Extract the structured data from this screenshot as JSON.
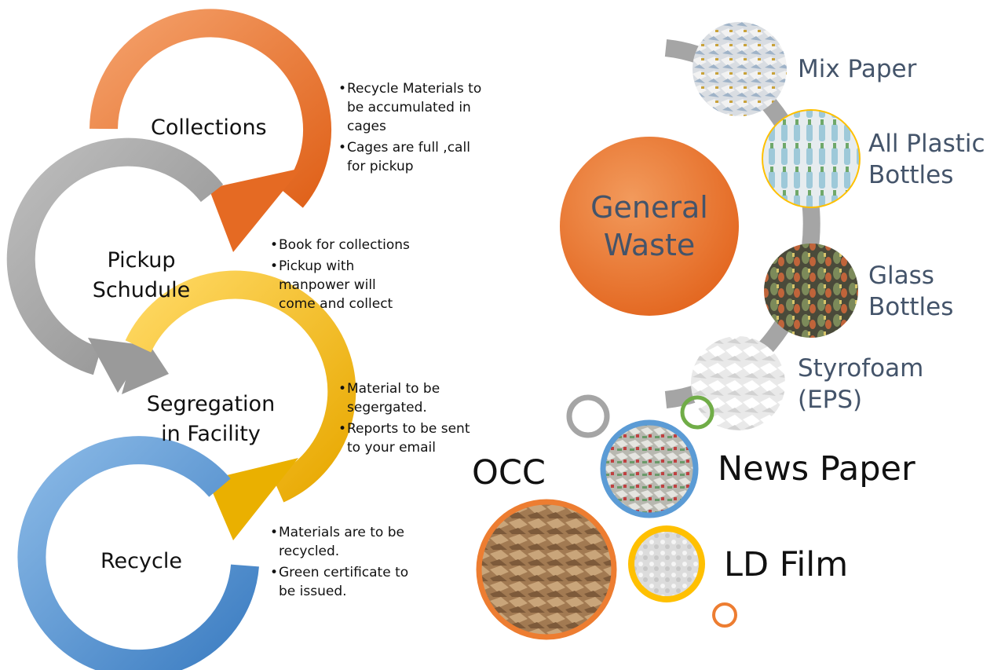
{
  "process": {
    "steps": [
      {
        "label": "Collections",
        "notes": [
          "Recycle Materials to be accumulated in cages",
          "Cages are full ,call for pickup"
        ]
      },
      {
        "label": "Pickup Schudule",
        "notes": [
          "Book for collections",
          "Pickup with manpower will come and collect"
        ]
      },
      {
        "label": "Segregation in Facility",
        "notes": [
          "Material to be segergated.",
          "Reports to be sent to your email"
        ]
      },
      {
        "label": "Recycle",
        "notes": [
          "Materials are to be recycled.",
          "Green certificate to be issued."
        ]
      }
    ]
  },
  "waste": {
    "center": "General Waste",
    "categories": [
      "Mix Paper",
      "All Plastic Bottles",
      "Glass Bottles",
      "Styrofoam (EPS)"
    ],
    "featured": [
      "News Paper",
      "OCC",
      "LD Film"
    ]
  },
  "colors": {
    "orange": "#ed7d31",
    "gray": "#a5a5a5",
    "yellow": "#ffc000",
    "blue": "#5b9bd5",
    "green": "#70ad47",
    "text_slate": "#44546a"
  }
}
